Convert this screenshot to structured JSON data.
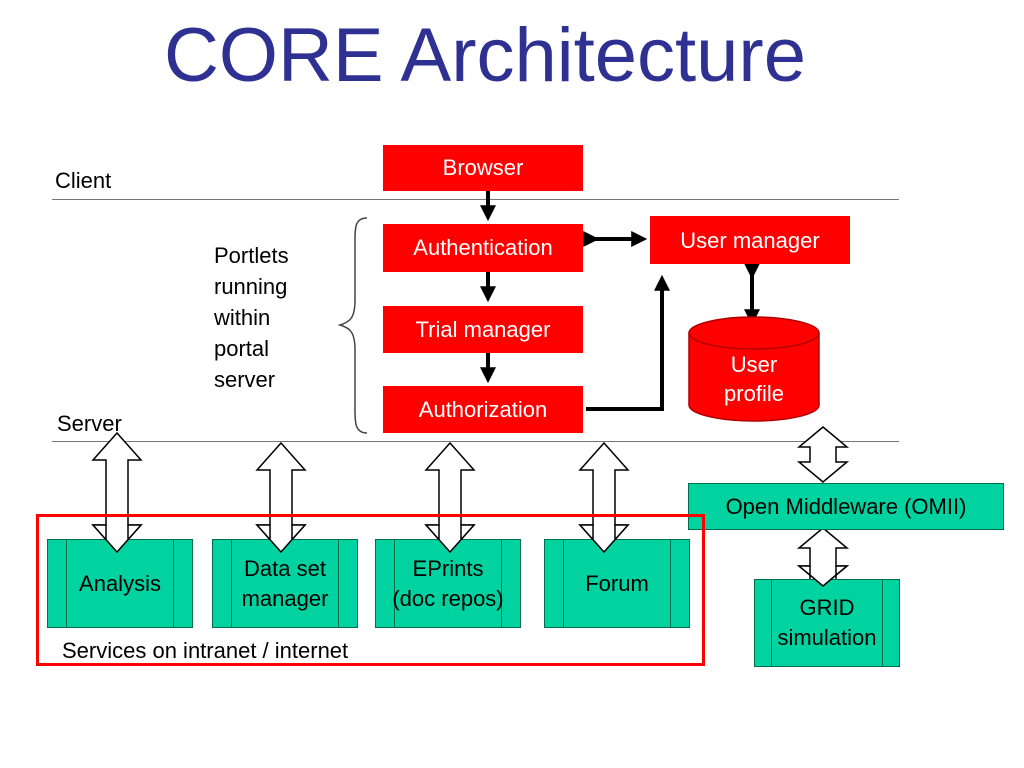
{
  "title": "CORE Architecture",
  "zones": {
    "client": "Client",
    "server": "Server"
  },
  "portlets_note": [
    "Portlets",
    "running",
    "within",
    "portal",
    "server"
  ],
  "portal": {
    "browser": "Browser",
    "authentication": "Authentication",
    "trial_manager": "Trial manager",
    "authorization": "Authorization",
    "user_manager": "User manager",
    "user_profile": [
      "User",
      "profile"
    ]
  },
  "middleware": {
    "omii": "Open Middleware (OMII)",
    "grid": [
      "GRID",
      "simulation"
    ]
  },
  "services": {
    "caption": "Services on intranet / internet",
    "analysis": "Analysis",
    "dataset": [
      "Data set",
      "manager"
    ],
    "eprints": [
      "EPrints",
      "(doc repos)"
    ],
    "forum": "Forum"
  },
  "colors": {
    "title": "#2e3192",
    "portal_box": "#ff0000",
    "service_box": "#00d3a0",
    "frame": "#ff0000"
  }
}
